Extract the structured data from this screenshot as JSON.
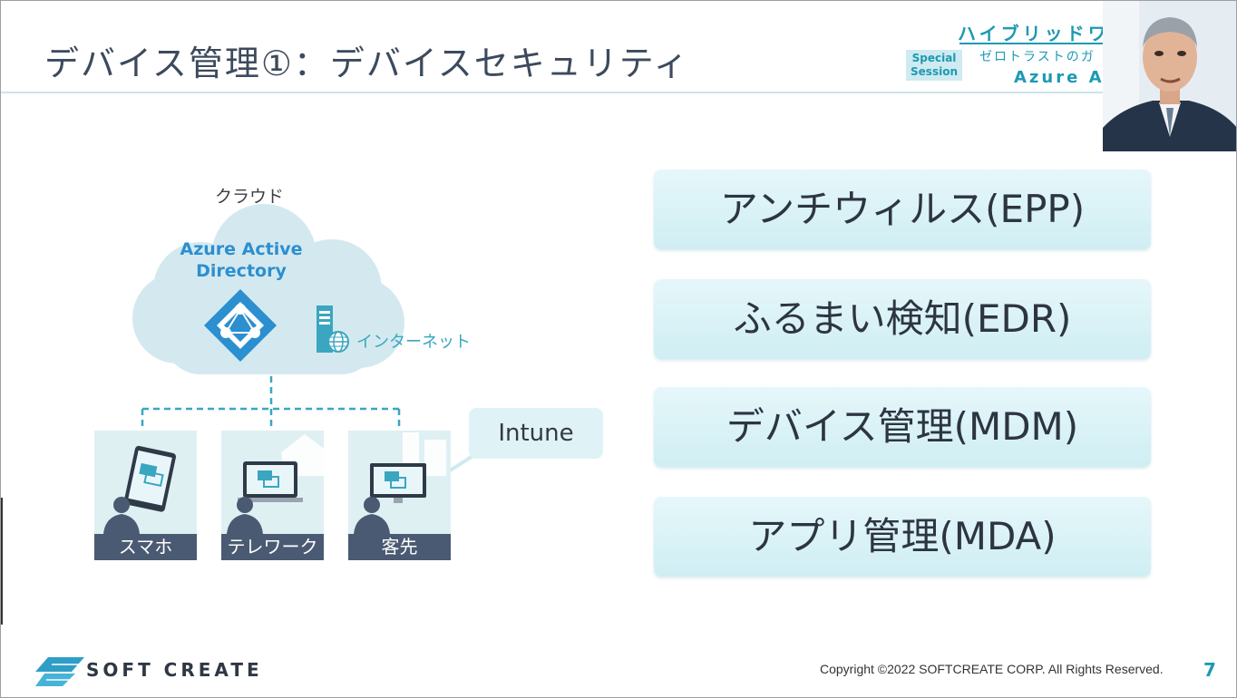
{
  "slide": {
    "title": "デバイス管理①：デバイスセキュリティ",
    "page_number": "7"
  },
  "session_badge": {
    "banner": "ハイブリッドワ",
    "subtitle": "ゼロトラストのガ",
    "azure": "Azure AD",
    "special_line1": "Special",
    "special_line2": "Session"
  },
  "diagram": {
    "cloud_label": "クラウド",
    "aad_label": "Azure Active Directory",
    "internet_label": "インターネット",
    "intune_label": "Intune",
    "devices": [
      {
        "label": "スマホ",
        "icon": "tablet-icon"
      },
      {
        "label": "テレワーク",
        "icon": "laptop-icon"
      },
      {
        "label": "客先",
        "icon": "desktop-monitor-icon"
      }
    ],
    "line_color": "#3aa6c0"
  },
  "features": [
    {
      "label": "アンチウィルス(EPP)"
    },
    {
      "label": "ふるまい検知(EDR)"
    },
    {
      "label": "デバイス管理(MDM)"
    },
    {
      "label": "アプリ管理(MDA)"
    }
  ],
  "footer": {
    "logo_text": "SOFT CREATE",
    "copyright": "Copyright ©2022 SOFTCREATE CORP. All Rights Reserved."
  },
  "colors": {
    "accent": "#1c9ab3",
    "title": "#3c4a5c",
    "feature_bg": "#d8f1f5",
    "device_label_bg": "#4a5a72",
    "aad_blue": "#2b8fd0"
  }
}
